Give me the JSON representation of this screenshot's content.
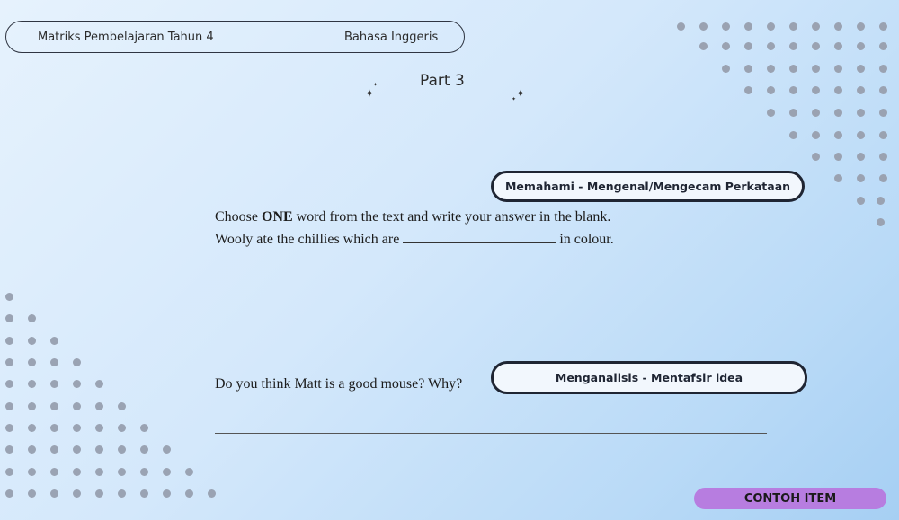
{
  "header": {
    "left_text": "Matriks Pembelajaran Tahun 4",
    "right_text": "Bahasa Inggeris"
  },
  "section": {
    "title": "Part 3"
  },
  "tags": {
    "tag1": "Memahami - Mengenal/Mengecam Perkataan",
    "tag2": "Menganalisis - Mentafsir idea"
  },
  "questions": {
    "q1_prefix": "Choose ",
    "q1_bold": "ONE",
    "q1_suffix": " word from the text and write your answer in the blank.",
    "q2_before": "Wooly ate the chillies which are",
    "q2_after": "in colour.",
    "q3": "Do you think Matt is a good mouse? Why?"
  },
  "footer": {
    "label": "CONTOH ITEM"
  },
  "colors": {
    "outline": "#1f2533",
    "contoh_bg": "#b77de0",
    "dots": "#9aa3b3"
  }
}
